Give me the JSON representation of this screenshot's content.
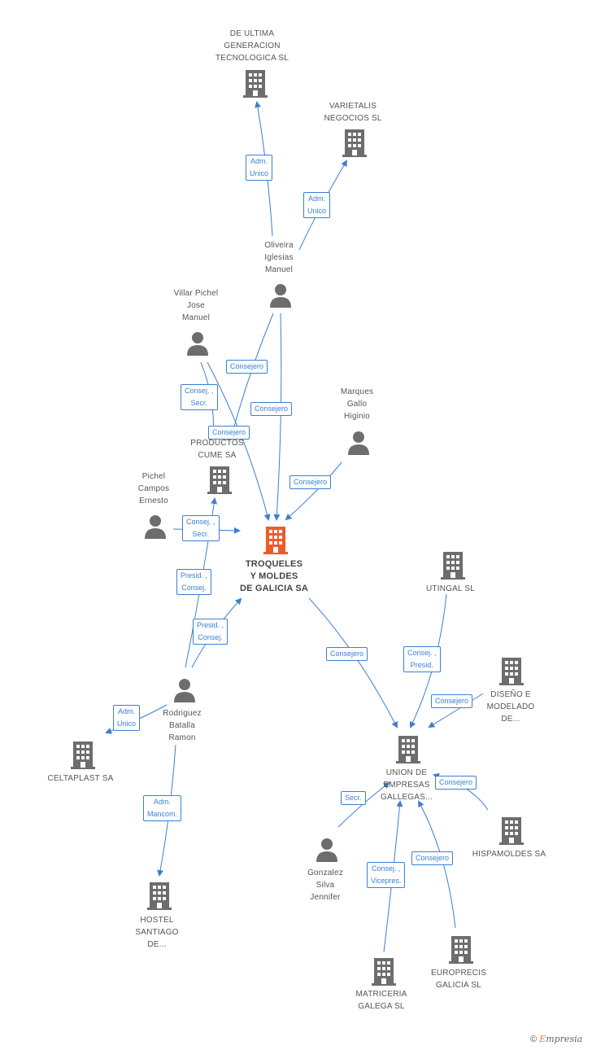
{
  "colors": {
    "accent": "#3b7fd4",
    "main_node": "#f05a28",
    "node": "#6d6d6d"
  },
  "nodes": {
    "de_ultima": {
      "label": "DE ULTIMA\nGENERACION\nTECNOLOGICA SL",
      "icon": "building-icon"
    },
    "varietalis": {
      "label": "VARIETALIS\nNEGOCIOS SL",
      "icon": "building-icon"
    },
    "oliveira": {
      "label": "Oliveira\nIglesias\nManuel",
      "icon": "person-icon"
    },
    "villar": {
      "label": "Villar Pichel\nJose\nManuel",
      "icon": "person-icon"
    },
    "productos_cume": {
      "label": "PRODUCTOS\nCUME SA",
      "icon": "building-icon"
    },
    "marques": {
      "label": "Marques\nGallo\nHiginio",
      "icon": "person-icon"
    },
    "pichel": {
      "label": "Pichel\nCampos\nErnesto",
      "icon": "person-icon"
    },
    "troqueles": {
      "label": "TROQUELES\nY MOLDES\nDE GALICIA SA",
      "icon": "building-icon"
    },
    "utingal": {
      "label": "UTINGAL SL",
      "icon": "building-icon"
    },
    "diseno": {
      "label": "DISEÑO E\nMODELADO\nDE...",
      "icon": "building-icon"
    },
    "rodriguez": {
      "label": "Rodriguez\nBatalla\nRamon",
      "icon": "person-icon"
    },
    "celtaplast": {
      "label": "CELTAPLAST SA",
      "icon": "building-icon"
    },
    "union": {
      "label": "UNION DE\nEMPRESAS\nGALLEGAS...",
      "icon": "building-icon"
    },
    "hispamoldes": {
      "label": "HISPAMOLDES SA",
      "icon": "building-icon"
    },
    "gonzalez": {
      "label": "Gonzalez\nSilva\nJennifer",
      "icon": "person-icon"
    },
    "hostel": {
      "label": "HOSTEL\nSANTIAGO\nDE...",
      "icon": "building-icon"
    },
    "europrecis": {
      "label": "EUROPRECIS\nGALICIA SL",
      "icon": "building-icon"
    },
    "matriceria": {
      "label": "MATRICERIA\nGALEGA SL",
      "icon": "building-icon"
    }
  },
  "edges": {
    "e1": "Adm.\nUnico",
    "e2": "Adm.\nUnico",
    "e3": "Consejero",
    "e4": "Consejero",
    "e5": "Consej. ,\nSecr.",
    "e6": "Consejero",
    "e7": "Consejero",
    "e8": "Consej. ,\nSecr.",
    "e9": "Presid. ,\nConsej.",
    "e10": "Presid. ,\nConsej.",
    "e11": "Adm.\nUnico",
    "e12": "Adm.\nMancom.",
    "e13": "Consejero",
    "e14": "Consej. ,\nPresid.",
    "e15": "Consejero",
    "e16": "Consejero",
    "e17": "Secr.",
    "e18": "Consej. ,\nVicepres.",
    "e19": "Consejero"
  },
  "brand": {
    "copyright": "©",
    "first_letter": "E",
    "rest": "mpresia"
  }
}
